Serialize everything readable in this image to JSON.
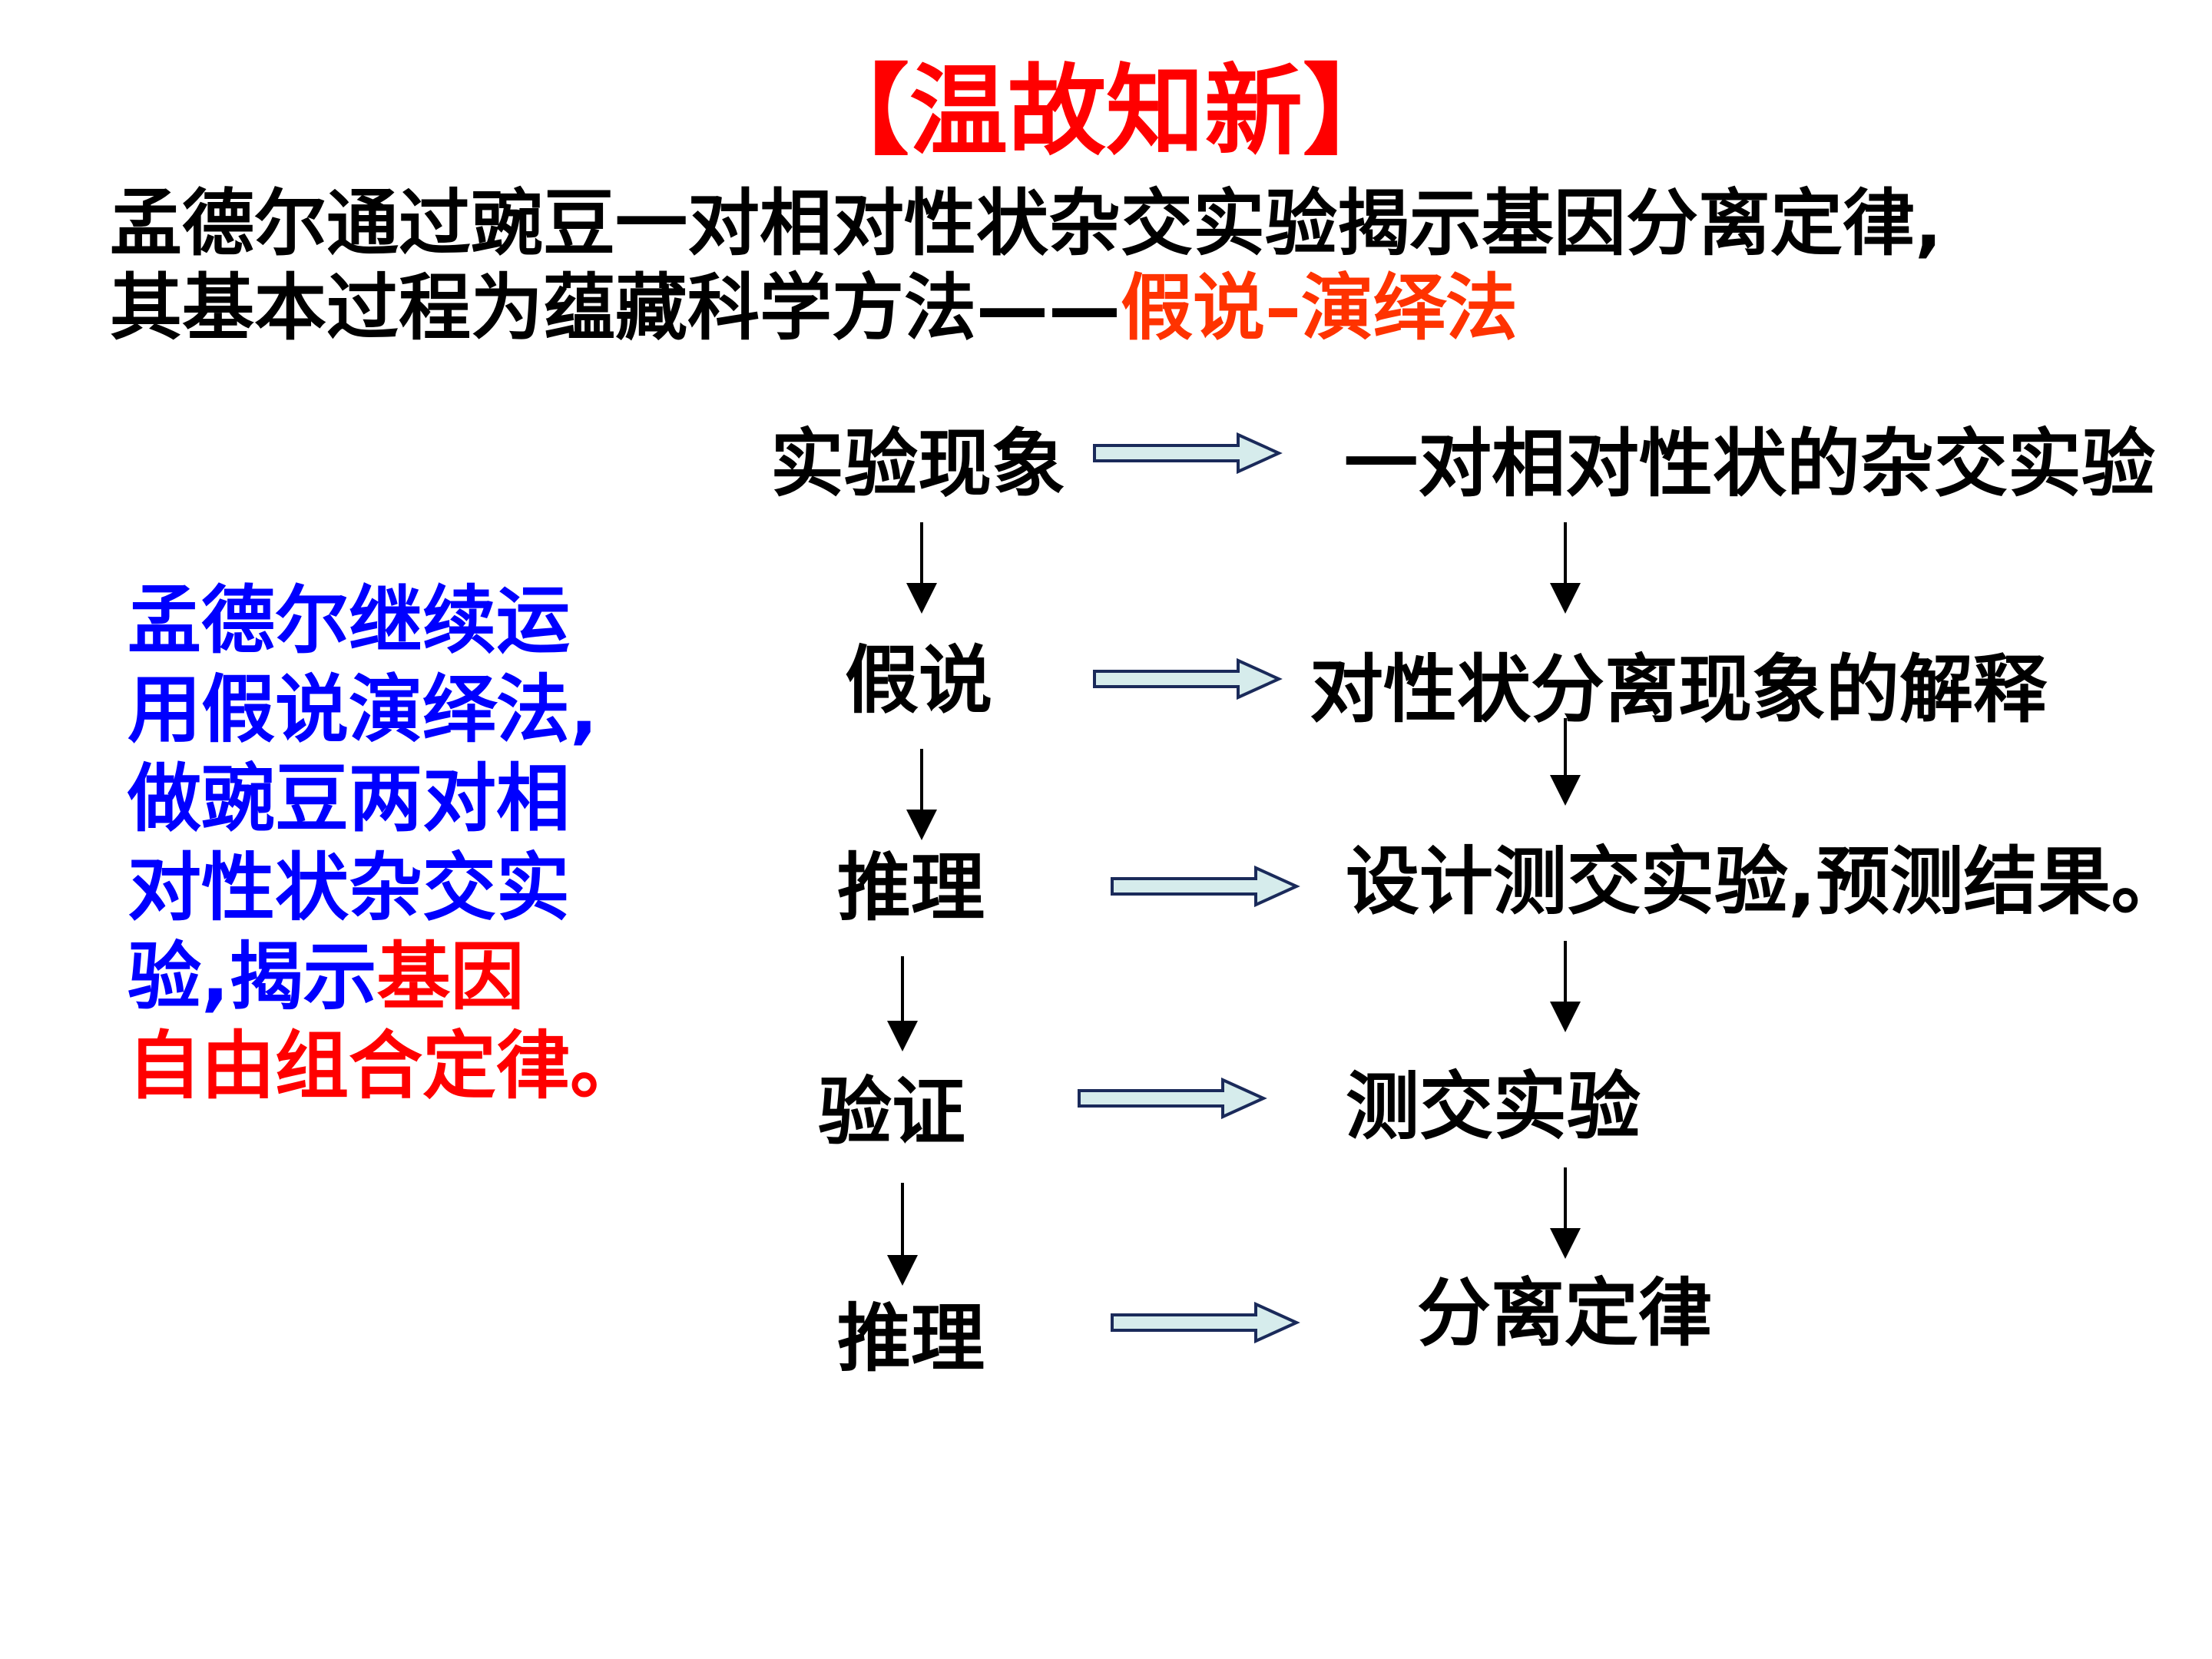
{
  "title": "【温故知新】",
  "intro": {
    "line1": "孟德尔通过豌豆一对相对性状杂交实验揭示基因分离定律,",
    "line2_prefix": "其基本过程为蕴藏科学方法——",
    "line2_highlight": "假说–演绎法"
  },
  "side_note": {
    "lines": [
      "孟德尔继续运",
      "用假说演绎法,",
      "做豌豆两对相",
      "对性状杂交实"
    ],
    "line5_blue": "验,揭示",
    "line5_red": "基因",
    "line6_red": "自由组合定律。"
  },
  "flow": {
    "left": [
      "实验现象",
      "假说",
      "推理",
      "验证",
      "推理"
    ],
    "right": [
      "一对相对性状的杂交实验",
      "对性状分离现象的解释",
      "设计测交实验,预测结果。",
      "测交实验",
      "分离定律"
    ]
  },
  "colors": {
    "title": "#ff0000",
    "highlight": "#ff3300",
    "side_text": "#0000ff",
    "side_emphasis": "#ff0000",
    "block_arrow_fill": "#d6ecec",
    "block_arrow_stroke": "#1a2a5a"
  }
}
